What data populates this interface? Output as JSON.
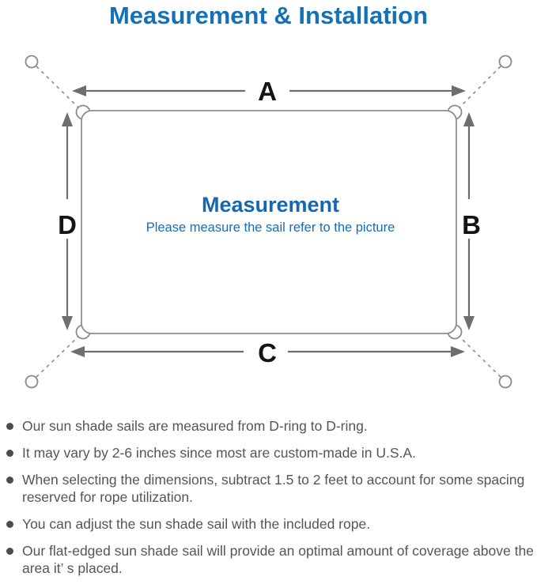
{
  "title": "Measurement & Installation",
  "colors": {
    "title_blue": "#1371b8",
    "center_text_blue": "#1568b0",
    "diagram_gray": "#8a8a8a",
    "arrow_gray": "#6e6e6e",
    "label_black": "#141414",
    "note_text_gray": "#555555"
  },
  "diagram": {
    "labels": {
      "top": "A",
      "right": "B",
      "bottom": "C",
      "left": "D"
    },
    "center_title": "Measurement",
    "center_subtitle": "Please measure the sail refer to the picture"
  },
  "notes": [
    "Our sun shade sails are measured from D-ring to D-ring.",
    "It may vary by 2-6 inches since most are custom-made in U.S.A.",
    "When selecting the dimensions, subtract 1.5 to 2 feet to account for some spacing reserved for rope utilization.",
    "You can adjust the sun shade sail with the included rope.",
    "Our flat-edged sun shade sail will provide an optimal amount of coverage above the area it’ s placed."
  ]
}
